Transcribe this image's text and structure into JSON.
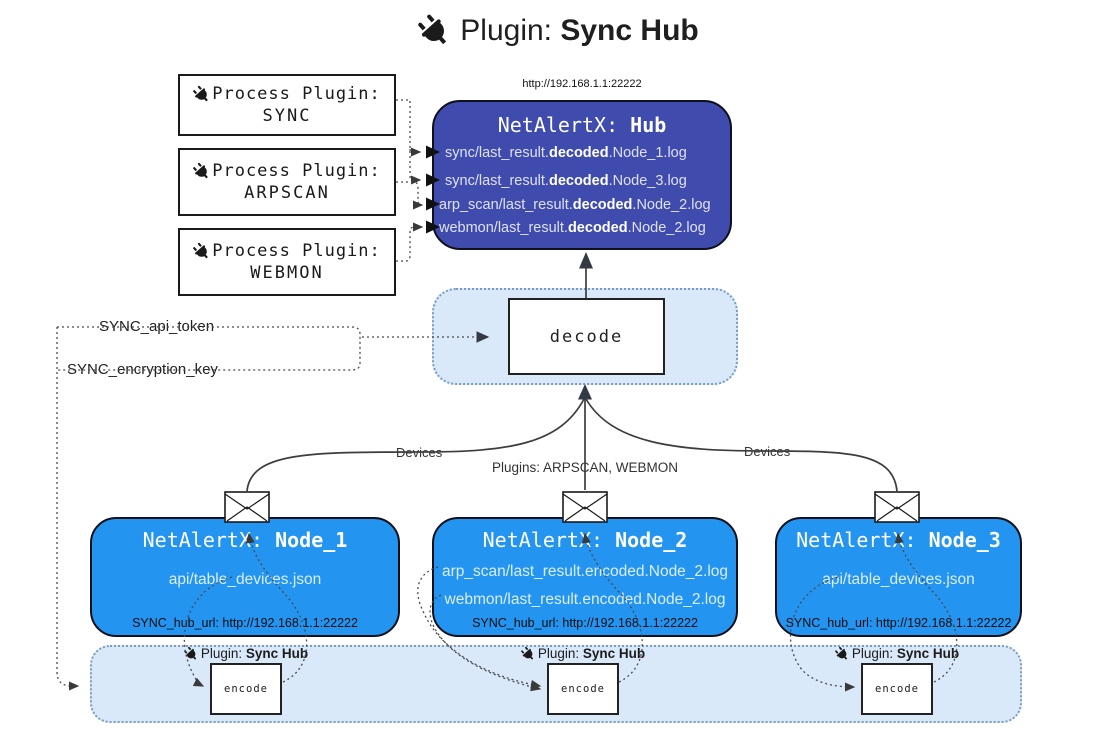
{
  "title": {
    "prefix": "Plugin:",
    "name": "Sync Hub"
  },
  "hub": {
    "url": "http://192.168.1.1:22222",
    "title_prefix": "NetAlertX: ",
    "title_name": "Hub",
    "logs": [
      {
        "pre": "sync/last_result.",
        "bold": "decoded",
        "post": ".Node_1.log"
      },
      {
        "pre": "sync/last_result.",
        "bold": "decoded",
        "post": ".Node_3.log"
      },
      {
        "pre": "arp_scan/last_result.",
        "bold": "decoded",
        "post": ".Node_2.log"
      },
      {
        "pre": "webmon/last_result.",
        "bold": "decoded",
        "post": ".Node_2.log"
      }
    ]
  },
  "process_plugins": [
    {
      "label": "Process Plugin:",
      "name": "SYNC"
    },
    {
      "label": "Process Plugin:",
      "name": "ARPSCAN"
    },
    {
      "label": "Process Plugin:",
      "name": "WEBMON"
    }
  ],
  "config": {
    "api_token": "SYNC_api_token",
    "encryption_key": "SYNC_encryption_key"
  },
  "decode": {
    "label": "decode"
  },
  "edges": {
    "devices_left": "Devices",
    "devices_right": "Devices",
    "plugins_center": "Plugins: ARPSCAN, WEBMON"
  },
  "nodes": [
    {
      "title_prefix": "NetAlertX: ",
      "name": "Node_1",
      "files": [
        "api/table_devices.json"
      ],
      "hub_url": "SYNC_hub_url: http://192.168.1.1:22222"
    },
    {
      "title_prefix": "NetAlertX: ",
      "name": "Node_2",
      "files": [
        "arp_scan/last_result.encoded.Node_2.log",
        "webmon/last_result.encoded.Node_2.log"
      ],
      "hub_url": "SYNC_hub_url: http://192.168.1.1:22222"
    },
    {
      "title_prefix": "NetAlertX: ",
      "name": "Node_3",
      "files": [
        "api/table_devices.json"
      ],
      "hub_url": "SYNC_hub_url: http://192.168.1.1:22222"
    }
  ],
  "encode_band": {
    "plugin_prefix": "Plugin:",
    "plugin_name": "Sync Hub",
    "encode_label": "encode"
  },
  "colors": {
    "hub_fill": "#3F4BAD",
    "node_fill": "#2394F0",
    "band_fill": "#D9E9FA",
    "band_border": "#7C9CBF",
    "line": "#4A4A4A",
    "arrow_dark": "#333A45"
  }
}
